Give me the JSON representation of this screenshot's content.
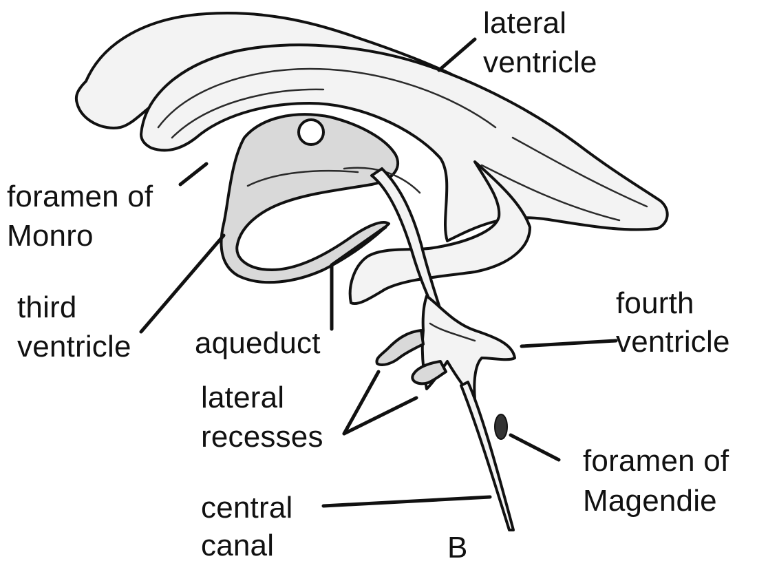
{
  "figure": {
    "labels": {
      "lateral_ventricle": [
        "lateral",
        "ventricle"
      ],
      "foramen_of_monro": [
        "foramen of",
        "Monro"
      ],
      "third_ventricle": [
        "third",
        "ventricle"
      ],
      "aqueduct": "aqueduct",
      "fourth_ventricle": [
        "fourth",
        "ventricle"
      ],
      "lateral_recesses": [
        "lateral",
        "recesses"
      ],
      "foramen_of_magendie": [
        "foramen of",
        "Magendie"
      ],
      "central_canal": [
        "central",
        "canal"
      ],
      "panel_letter": "B"
    }
  }
}
